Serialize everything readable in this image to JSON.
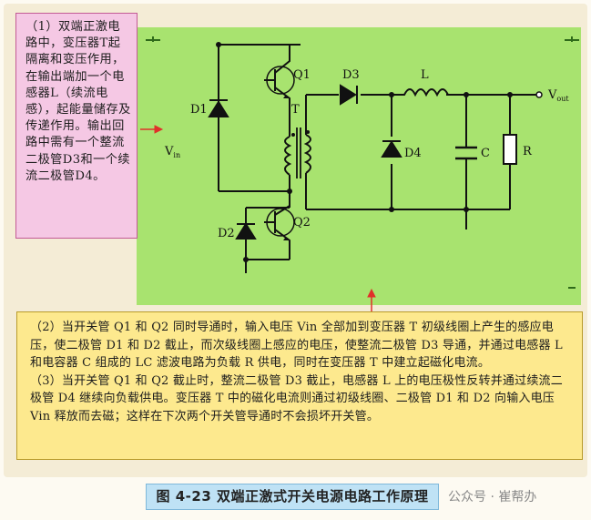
{
  "left_note": "（1）双端正激电路中，变压器T起隔离和变压作用，在输出端加一个电感器L（续流电感），起能量储存及传递作用。输出回路中需有一个整流二极管D3和一个续流二极管D4。",
  "bottom_note": {
    "p1": "（2）当开关管 Q1 和 Q2 同时导通时，输入电压 Vin 全部加到变压器 T 初级线圈上产生的感应电压，使二极管 D1 和 D2 截止，而次级线圈上感应的电压，使整流二极管 D3 导通，并通过电感器 L 和电容器 C 组成的 LC 滤波电路为负载 R 供电，同时在变压器 T 中建立起磁化电流。",
    "p2": "（3）当开关管 Q1 和 Q2 截止时，整流二极管 D3 截止，电感器 L 上的电压极性反转并通过续流二极管 D4 继续向负载供电。变压器 T 中的磁化电流则通过初级线圈、二极管 D1 和 D2 向输入电压 Vin 释放而去磁；这样在下次两个开关管导通时不会损坏开关管。"
  },
  "circuit": {
    "labels": {
      "q1": "Q1",
      "q2": "Q2",
      "t": "T",
      "d1": "D1",
      "d2": "D2",
      "d3": "D3",
      "d4": "D4",
      "l": "L",
      "c": "C",
      "r": "R",
      "vin": "V",
      "vin_sub": "in",
      "vout": "V",
      "vout_sub": "out"
    }
  },
  "caption": "图 4-23   双端正激式开关电源电路工作原理",
  "watermark": "公众号 · 崔帮办",
  "colors": {
    "circuit_bg": "#a8e36f",
    "left_note_bg": "#f5c8e4",
    "bottom_note_bg": "#fde98e",
    "caption_bg": "#bfe2f5",
    "arrow": "#e0312a"
  }
}
